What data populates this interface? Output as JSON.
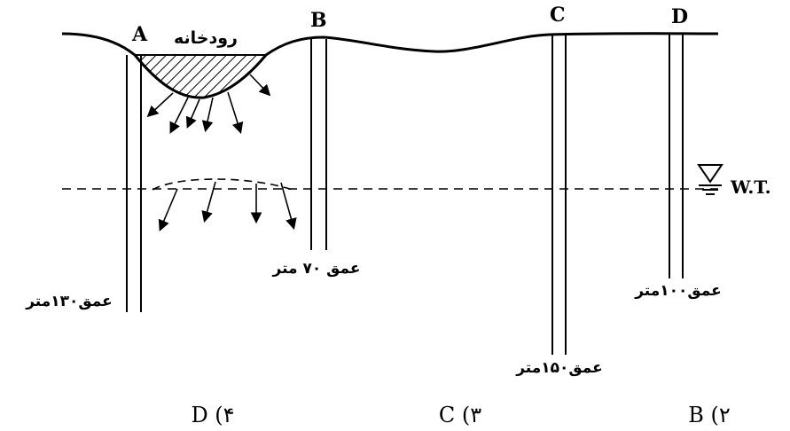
{
  "river_label": "رودخانه",
  "water_table_label": "W.T.",
  "wells": [
    {
      "id": "A",
      "depth_label": "عمق۱۳۰متر"
    },
    {
      "id": "B",
      "depth_label": "عمق ۷۰ متر"
    },
    {
      "id": "C",
      "depth_label": "عمق۱۵۰متر"
    },
    {
      "id": "D",
      "depth_label": "عمق۱۰۰متر"
    }
  ],
  "options": [
    {
      "label": "D (۴"
    },
    {
      "label": "C (۳"
    },
    {
      "label": "B (۲"
    }
  ]
}
